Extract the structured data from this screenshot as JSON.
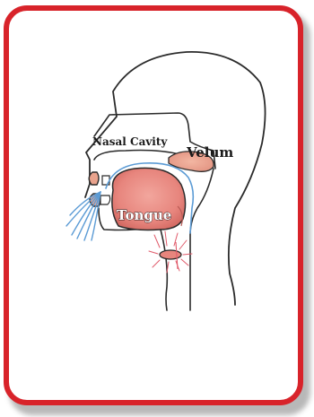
{
  "diagram": {
    "labels": {
      "nasal_cavity": "Nasal Cavity",
      "velum": "Velum",
      "tongue": "Tongue"
    },
    "colors": {
      "frame": "#d8232a",
      "outline": "#2b2b2b",
      "tongue_fill": "#e7857d",
      "velum_fill": "#e9a38d",
      "airflow": "#5b9bd5",
      "vibration": "#e05a6a"
    }
  }
}
